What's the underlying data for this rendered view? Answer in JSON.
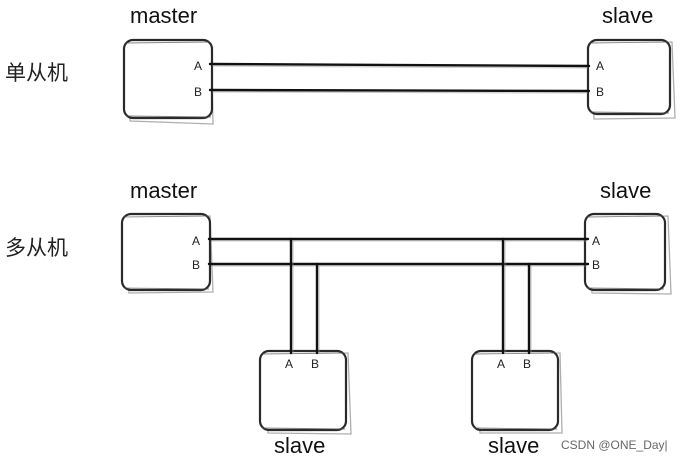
{
  "rows": {
    "single": {
      "label": "单从机"
    },
    "multi": {
      "label": "多从机"
    }
  },
  "devices": {
    "single_master": {
      "title": "master",
      "pin_a": "A",
      "pin_b": "B"
    },
    "single_slave": {
      "title": "slave",
      "pin_a": "A",
      "pin_b": "B"
    },
    "multi_master": {
      "title": "master",
      "pin_a": "A",
      "pin_b": "B"
    },
    "multi_slave_right": {
      "title": "slave",
      "pin_a": "A",
      "pin_b": "B"
    },
    "multi_slave_bottom_left": {
      "title": "slave",
      "pin_a": "A",
      "pin_b": "B"
    },
    "multi_slave_bottom_right": {
      "title": "slave",
      "pin_a": "A",
      "pin_b": "B"
    }
  },
  "watermark": "CSDN @ONE_Day|"
}
